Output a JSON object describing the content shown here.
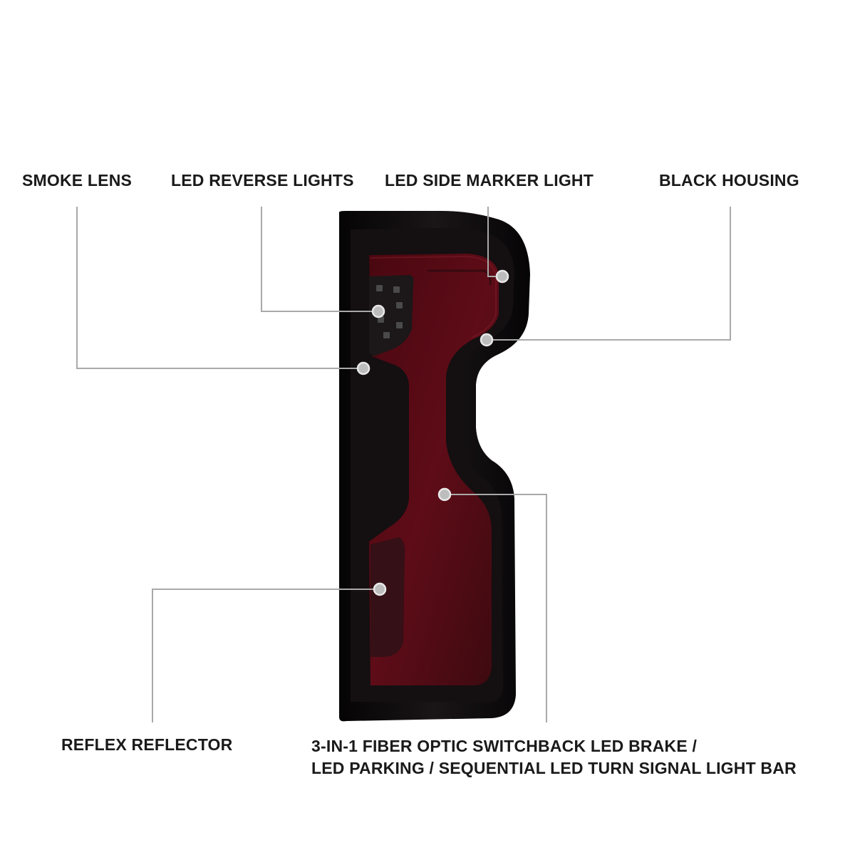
{
  "labels": {
    "smoke_lens": "SMOKE LENS",
    "led_reverse_lights": "LED REVERSE LIGHTS",
    "led_side_marker_light": "LED SIDE MARKER LIGHT",
    "black_housing": "BLACK HOUSING",
    "reflex_reflector": "REFLEX REFLECTOR",
    "fiber_optic_line1": "3-IN-1 FIBER OPTIC SWITCHBACK LED BRAKE /",
    "fiber_optic_line2": "LED PARKING / SEQUENTIAL LED TURN SIGNAL LIGHT BAR"
  },
  "colors": {
    "leader_line": "#a9a9a9",
    "callout_dot": "#bdbdbd",
    "housing": "#0d0b0c",
    "lens_red": "#5a0a14",
    "text": "#1a1a1a"
  }
}
